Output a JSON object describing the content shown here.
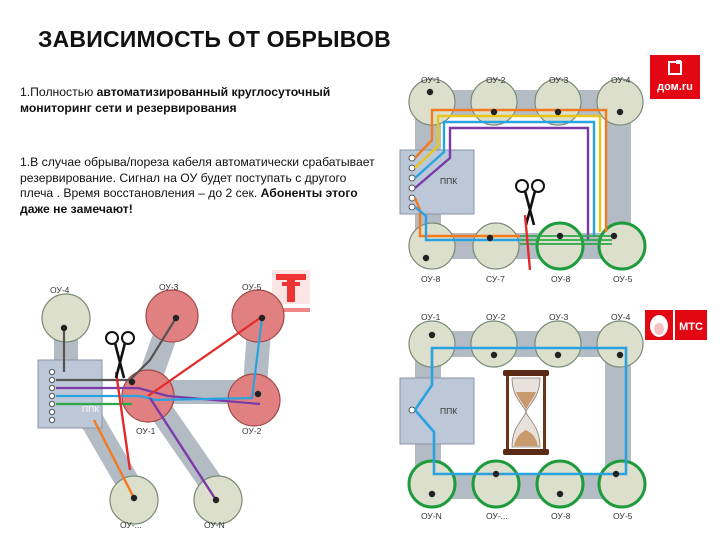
{
  "title": "ЗАВИСИМОСТЬ ОТ ОБРЫВОВ",
  "points": [
    {
      "num": "1.",
      "plain1": "Полностью ",
      "bold1": "автоматизированный круглосуточный мониторинг сети и резервирования",
      "plain2": "",
      "bold2": ""
    },
    {
      "num": "1.",
      "plain1": "",
      "bold1": "",
      "plain2": "В случае обрыва/пореза кабеля автоматически срабатывает резервирование. Сигнал на ОУ будет поступать с другого плеча . Время восстановления – до 2 сек. ",
      "bold2": "Абоненты этого даже не замечают!"
    }
  ],
  "diagram_top_right": {
    "top_labels": [
      "ОУ-1",
      "ОУ-2",
      "ОУ-3",
      "ОУ-4"
    ],
    "bottom_labels": [
      "ОУ-8",
      "СУ-7",
      "ОУ-8",
      "ОУ-5"
    ],
    "box_label": "ППК"
  },
  "diagram_bottom_right": {
    "top_labels": [
      "ОУ-1",
      "ОУ-2",
      "ОУ-3",
      "ОУ-4"
    ],
    "bottom_labels": [
      "ОУ-N",
      "ОУ-...",
      "ОУ-8",
      "ОУ-5"
    ],
    "box_label": "ППК"
  },
  "diagram_left": {
    "top_labels": [
      "ОУ-4",
      "ОУ-3",
      "ОУ-5"
    ],
    "mid_labels": [
      "ОУ-1",
      "ОУ-2"
    ],
    "bottom_labels": [
      "ОУ-...",
      "ОУ-N"
    ],
    "box_label": "ППК"
  },
  "logos": {
    "dom": "дом.ru",
    "mts": "МТС"
  },
  "colors": {
    "gray_ring": "#a9b3bc",
    "node_fill": "#dcdfcc",
    "node_red": "#e08080",
    "node_green": "#1e9b3c",
    "box": "#bcc8d8",
    "orange": "#f47a1f",
    "yellow": "#e6c619",
    "blue": "#2aa1e0",
    "purple": "#7a3aa8",
    "green": "#2fa84a",
    "red": "#e32b2b"
  }
}
